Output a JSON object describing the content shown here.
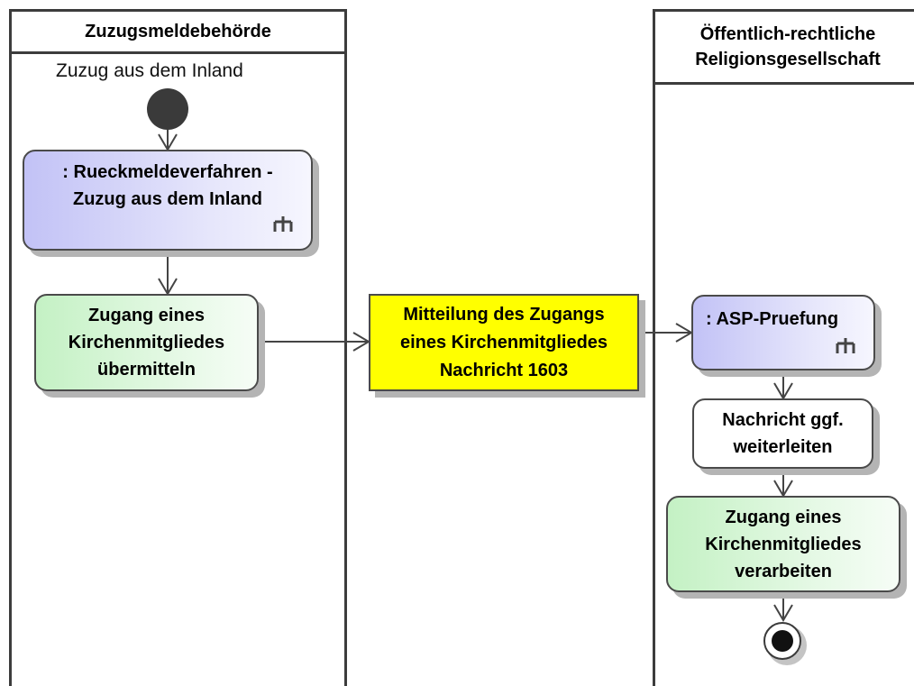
{
  "lanes": {
    "left_title": "Zuzugsmeldebehörde",
    "right_title_line1": "Öffentlich-rechtliche",
    "right_title_line2": "Religionsgesellschaft"
  },
  "initial_label": "Zuzug aus dem Inland",
  "nodes": {
    "rueckmelde_line1": ": Rueckmeldeverfahren -",
    "rueckmelde_line2": "Zuzug aus dem Inland",
    "uebermitteln_line1": "Zugang eines",
    "uebermitteln_line2": "Kirchenmitgliedes",
    "uebermitteln_line3": "übermitteln",
    "asp": ": ASP-Pruefung",
    "weiterleiten_line1": "Nachricht ggf.",
    "weiterleiten_line2": "weiterleiten",
    "verarbeiten_line1": "Zugang eines",
    "verarbeiten_line2": "Kirchenmitgliedes",
    "verarbeiten_line3": "verarbeiten"
  },
  "message": {
    "line1": "Mitteilung des Zugangs",
    "line2": "eines Kirchenmitgliedes",
    "line3": "Nachricht 1603"
  }
}
